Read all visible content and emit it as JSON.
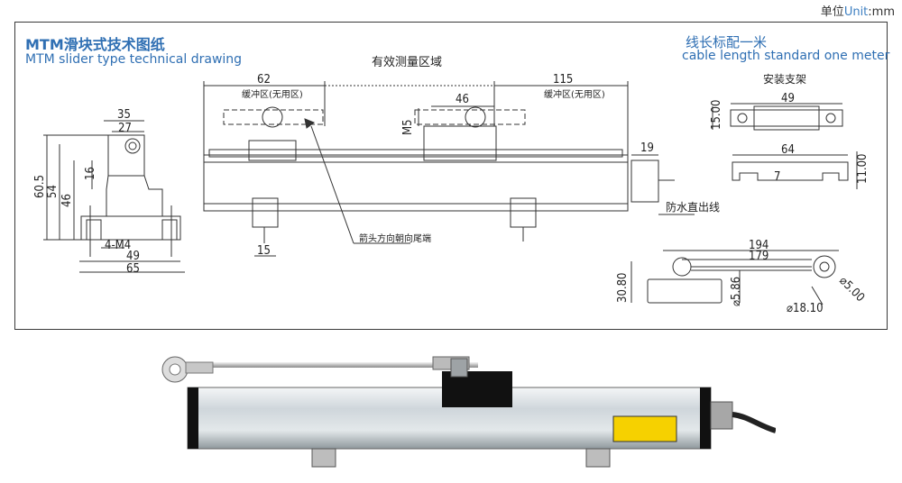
{
  "unit": {
    "prefix": "单位",
    "en": "Unit",
    "sep": ":",
    "value": "mm"
  },
  "title": {
    "cn": "MTM滑块式技术图纸",
    "en": "MTM slider type technical drawing"
  },
  "cable": {
    "cn": "线长标配一米",
    "en": "cable length standard one meter"
  },
  "labels": {
    "effective_area": "有效测量区域",
    "buffer_left": "缓冲区(无用区)",
    "buffer_right": "缓冲区(无用区)",
    "arrow_note": "箭头方向朝向尾端",
    "waterproof": "防水直出线",
    "bracket": "安装支架",
    "screw": "4-M4"
  },
  "dims": {
    "d35": "35",
    "d27": "27",
    "d16": "16",
    "d60_5": "60.5",
    "d54": "54",
    "d46": "46",
    "d49a": "49",
    "d65": "65",
    "d62": "62",
    "d46b": "46",
    "d115": "115",
    "dM5": "M5",
    "d19": "19",
    "d15": "15",
    "d49b": "49",
    "d15_00": "15.00",
    "d64": "64",
    "d11_00": "11.00",
    "d7": "7",
    "d194": "194",
    "d179": "179",
    "d30_80": "30.80",
    "d5_86": "⌀5.86",
    "d5_00": "⌀5.00",
    "d18_10": "⌀18.10"
  }
}
